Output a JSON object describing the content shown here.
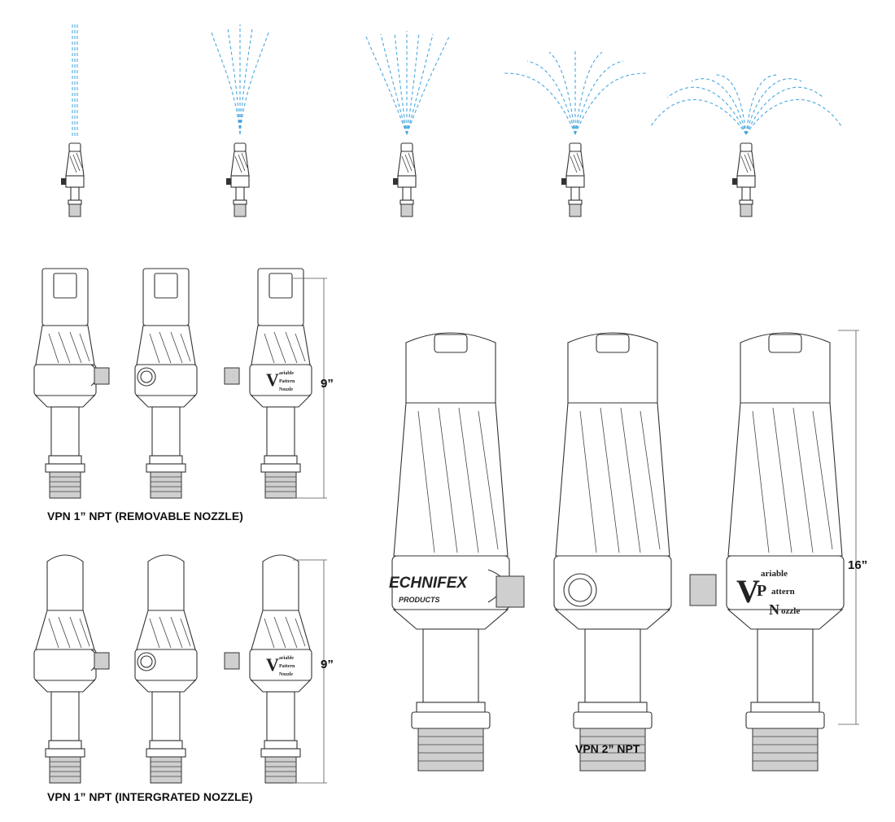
{
  "captions": {
    "removable": "VPN 1” NPT (REMOVABLE NOZZLE)",
    "integrated": "VPN 1” NPT (INTERGRATED NOZZLE)",
    "two_inch": "VPN 2” NPT"
  },
  "dimensions": {
    "removable_height": "9”",
    "integrated_height": "9”",
    "two_inch_height": "16”"
  },
  "branding": {
    "company_line1": "ECHNIFEX",
    "company_line2": "PRODUCTS",
    "product_v": "V",
    "product_line1": "ariable",
    "product_p": "P",
    "product_line2": "attern",
    "product_n": "N",
    "product_line3": "ozzle"
  },
  "colors": {
    "spray": "#4aa8e0",
    "outline": "#333333"
  }
}
